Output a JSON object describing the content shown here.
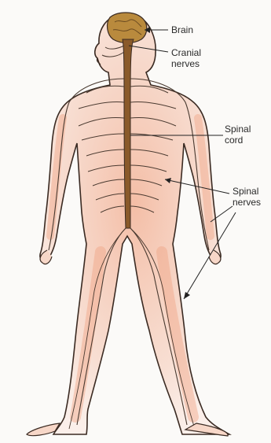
{
  "banner_text": "",
  "labels": {
    "brain": "Brain",
    "cranial_line1": "Cranial",
    "cranial_line2": "nerves",
    "spinal_cord_line1": "Spinal",
    "spinal_cord_line2": "cord",
    "spinal_nerves_line1": "Spinal",
    "spinal_nerves_line2": "nerves"
  },
  "colors": {
    "skin": "#f7d7c8",
    "skin_glow": "#f0a585",
    "outline": "#3a2a22",
    "brain": "#b98a3d",
    "cord": "#8a5a2a",
    "nerve": "#4a3a30"
  }
}
